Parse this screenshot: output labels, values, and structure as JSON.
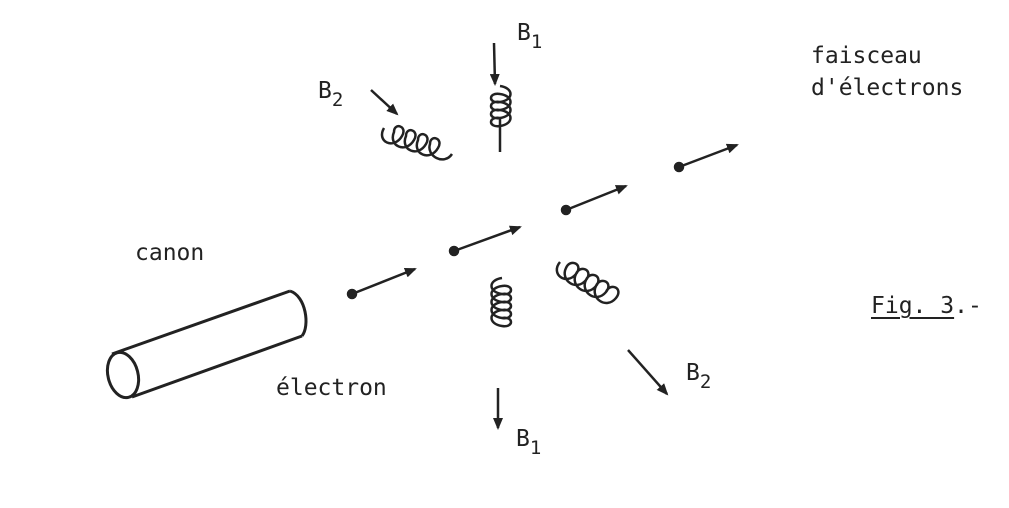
{
  "labels": {
    "b1_top": {
      "base": "B",
      "sub": "1"
    },
    "b2_top": {
      "base": "B",
      "sub": "2"
    },
    "b1_bottom": {
      "base": "B",
      "sub": "1"
    },
    "b2_bottom": {
      "base": "B",
      "sub": "2"
    },
    "beam_line1": "faisceau",
    "beam_line2": "d'électrons",
    "gun": "canon",
    "electron": "électron",
    "figure_ref": "Fig. 3",
    "figure_suffix": ".-"
  },
  "colors": {
    "ink": "#222222"
  }
}
